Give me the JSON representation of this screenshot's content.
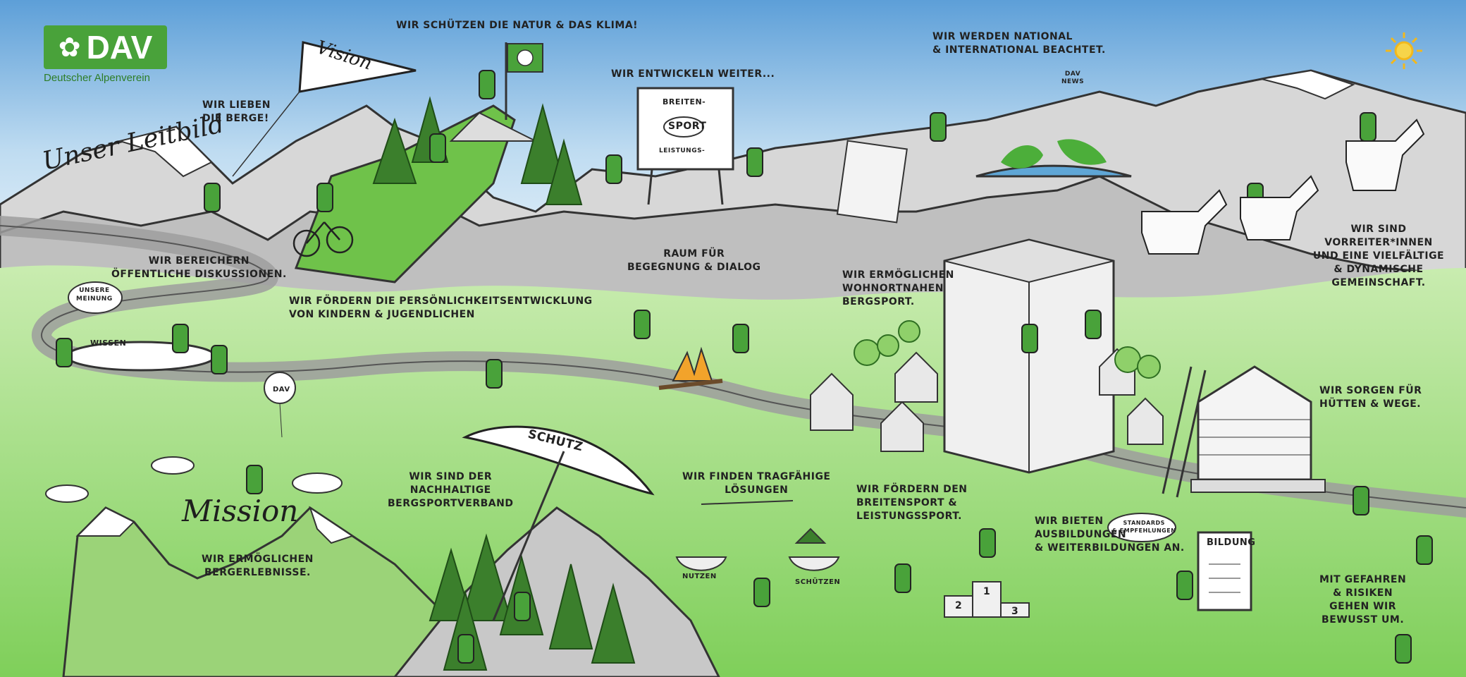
{
  "brand": {
    "logo_text": "DAV",
    "logo_subtitle": "Deutscher Alpenverein",
    "green": "#49a23a"
  },
  "headings": {
    "leitbild": "Unser Leitbild",
    "vision": "Vision",
    "mission": "Mission"
  },
  "statements": [
    "WIR SCHÜTZEN DIE NATUR & DAS KLIMA!",
    "WIR LIEBEN\nDIE BERGE!",
    "WIR ENTWICKELN WEITER...",
    "WIR WERDEN NATIONAL\n& INTERNATIONAL BEACHTET.",
    "WIR SIND\nVORREITER*INNEN\nUND EINE VIELFÄLTIGE\n& DYNAMISCHE GEMEINSCHAFT.",
    "WIR BEREICHERN\nÖFFENTLICHE DISKUSSIONEN.",
    "WIR FÖRDERN DIE PERSÖNLICHKEITSENTWICKLUNG\nVON KINDERN & JUGENDLICHEN",
    "RAUM FÜR\nBEGEGNUNG & DIALOG",
    "WIR ERMÖGLICHEN\nWOHNORTNAHEN\nBERGSPORT.",
    "WIR SORGEN FÜR\nHÜTTEN & WEGE.",
    "WIR SIND DER\nNACHHALTIGE\nBERGSPORTVERBAND",
    "WIR FINDEN TRAGFÄHIGE\nLÖSUNGEN",
    "WIR FÖRDERN DEN\nBREITENSPORT &\nLEISTUNGSSPORT.",
    "WIR BIETEN\nAUSBILDUNGEN\n& WEITERBILDUNGEN AN.",
    "WIR ERMÖGLICHEN\nBERGERLEBNISSE.",
    "MIT GEFAHREN\n& RISIKEN\nGEHEN WIR\nBEWUSST UM."
  ],
  "small_labels": {
    "unsere_meinung": "UNSERE\nMEINUNG",
    "wissen": "WISSEN",
    "breiten": "BREITEN-",
    "sport": "SPORT",
    "leistungs": "LEISTUNGS-",
    "schutz": "SCHUTZ",
    "nutzen": "NUTZEN",
    "schuetzen": "SCHÜTZEN",
    "standards": "STANDARDS\n& EMPFEHLUNGEN",
    "bildung": "BILDUNG",
    "balloon": "DAV",
    "podium_1": "1",
    "podium_2": "2",
    "podium_3": "3",
    "news": "DAV\nNEWS"
  }
}
